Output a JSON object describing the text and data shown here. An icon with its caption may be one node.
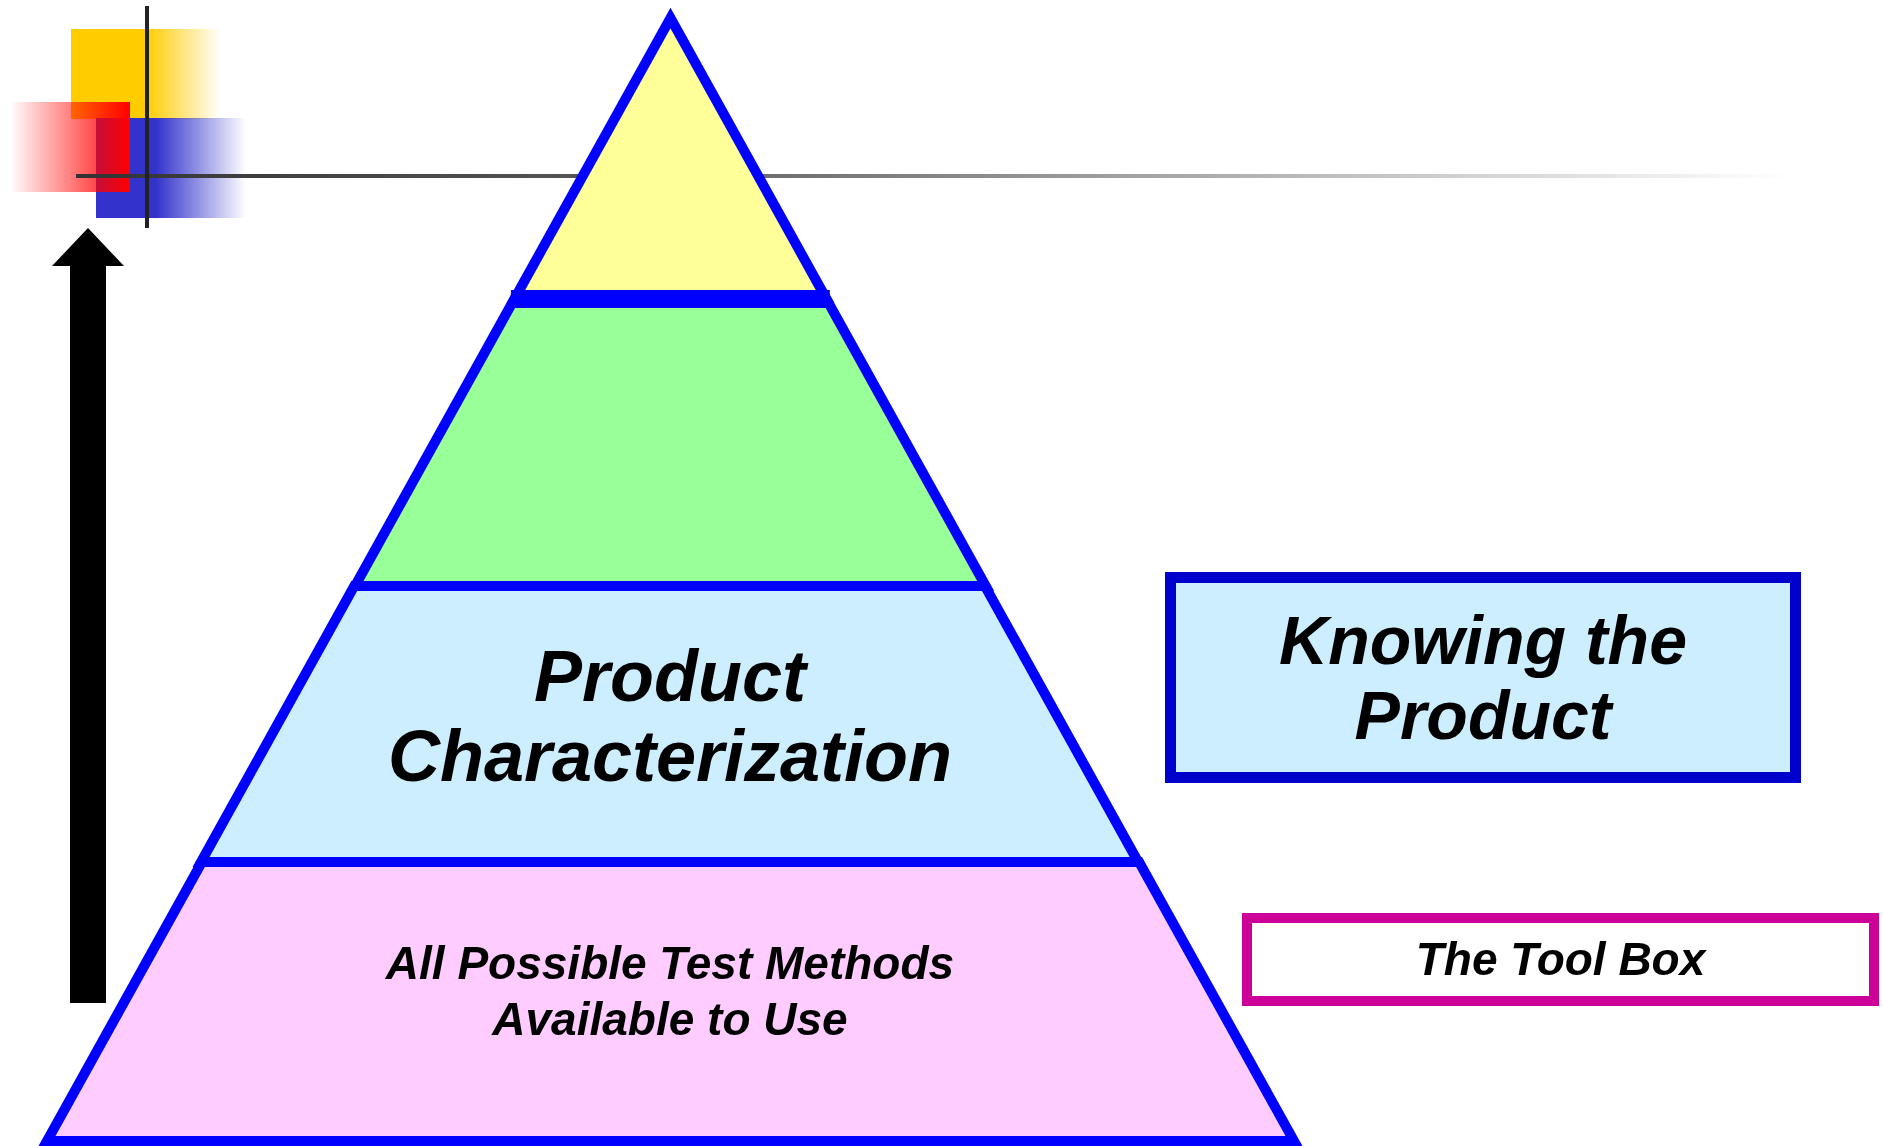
{
  "diagram": {
    "nodes": [
      {
        "text": [],
        "shape": "triangle"
      },
      {
        "text": [],
        "shape": "trapezoid"
      },
      {
        "text": [
          "Product Characterization"
        ]
      },
      {
        "text": [
          "All Possible Test Methods Available to Use"
        ]
      },
      {
        "text": [
          "Knowing the Product"
        ]
      },
      {
        "text": [
          "The Tool Box"
        ]
      }
    ]
  }
}
